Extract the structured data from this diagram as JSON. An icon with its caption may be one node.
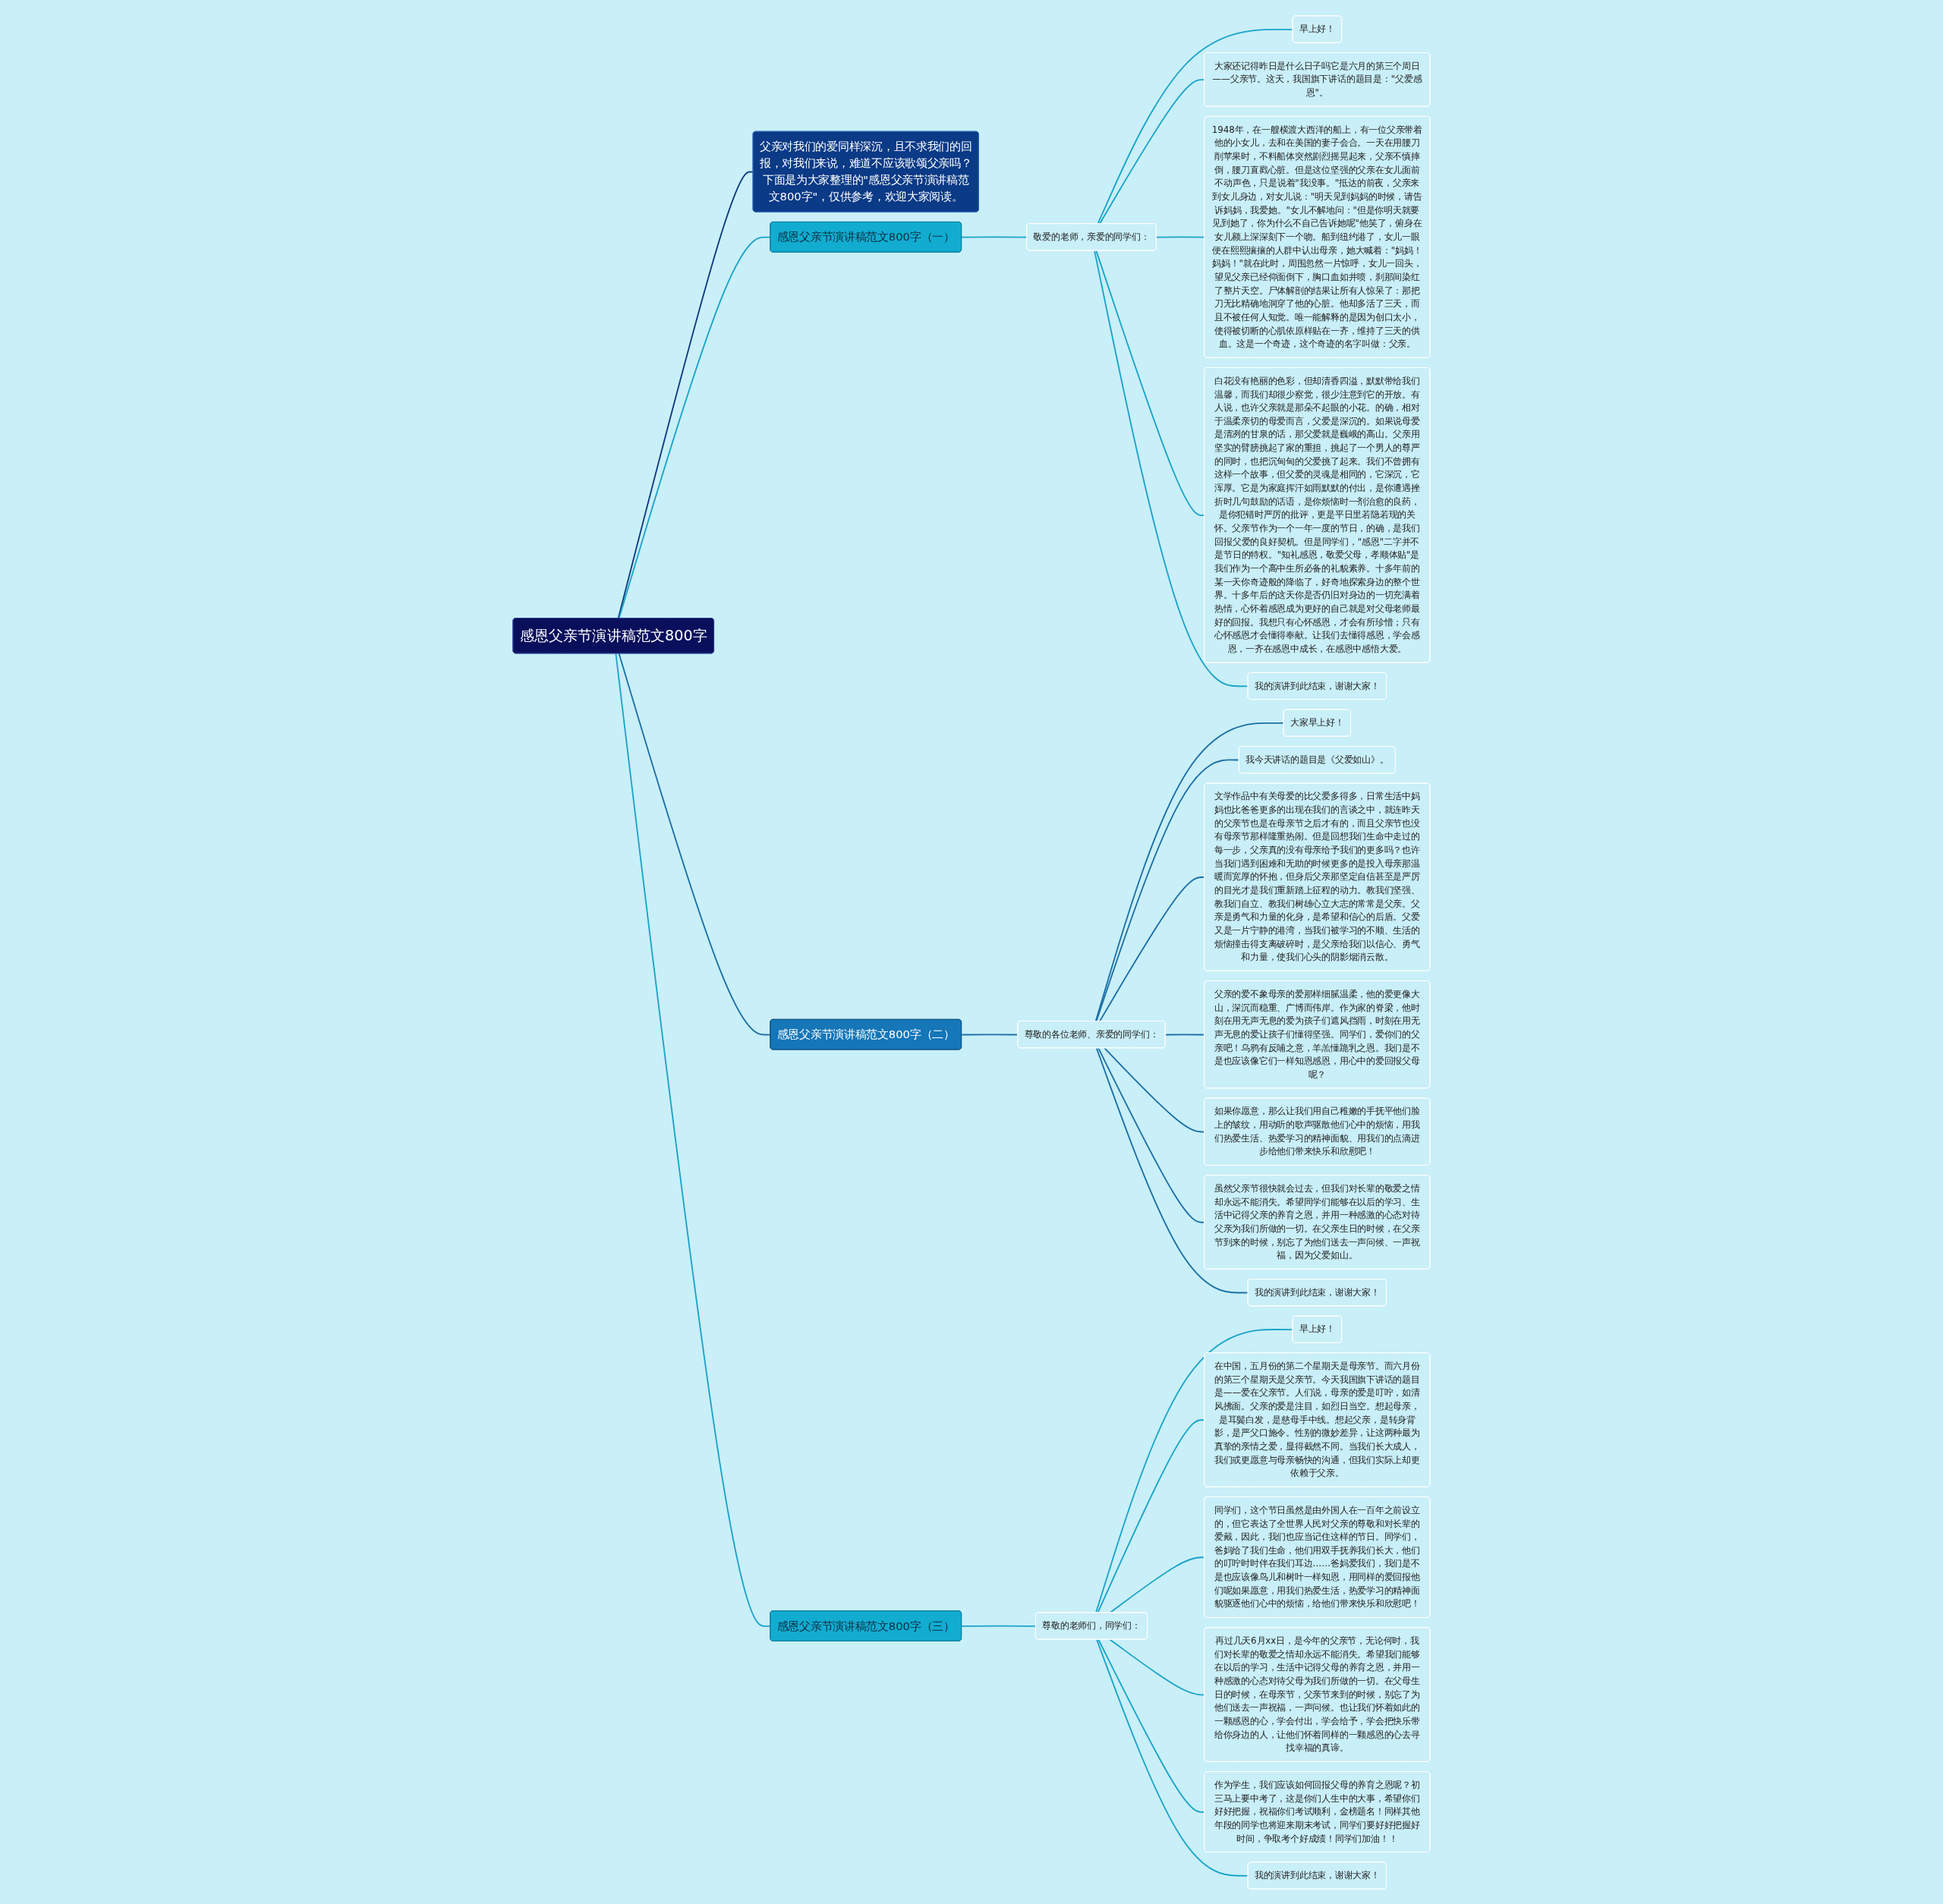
{
  "diagram": {
    "nodes": [
      {
        "text": [
          "感恩父亲节演讲稿范文800字"
        ]
      },
      {
        "text": [
          "父亲对我们的爱同样深沉，且不求我们的回报，对我们来说，难道不应该歌颂父亲吗？下面是为大家整理的\"感恩父亲节演讲稿范文800字\"，仅供参考，欢迎大家阅读。"
        ]
      },
      {
        "text": [
          "感恩父亲节演讲稿范文800字（一）"
        ]
      },
      {
        "text": [
          "敬爱的老师，亲爱的同学们："
        ]
      },
      {
        "text": [
          "早上好！"
        ]
      },
      {
        "text": [
          "大家还记得昨日是什么日子吗它是六月的第三个周日——父亲节。这天，我国旗下讲话的题目是：\"父爱感恩\"。"
        ]
      },
      {
        "text": [
          "1948年，在一艘横渡大西洋的船上，有一位父亲带着他的小女儿，去和在美国的妻子会合。一天在用腰刀削苹果时，不料船体突然剧烈摇晃起来，父亲不慎摔倒，腰刀直戳心脏。但是这位坚强的父亲在女儿面前不动声色，只是说着\"我没事。\"抵达的前夜，父亲来到女儿身边，对女儿说：\"明天见到妈妈的时候，请告诉妈妈，我爱她。\"女儿不解地问：\"但是你明天就要见到她了，你为什么不自己告诉她呢\"他笑了，俯身在女儿额上深深刻下一个吻。船到纽约港了，女儿一眼便在熙熙攘攘的人群中认出母亲，她大喊着：\"妈妈！妈妈！\"就在此时，周围忽然一片惊呼，女儿一回头，望见父亲已经仰面倒下，胸口血如井喷，刹那间染红了整片天空。尸体解剖的结果让所有人惊呆了：那把刀无比精确地洞穿了他的心脏。他却多活了三天，而且不被任何人知觉。唯一能解释的是因为创口太小，使得被切断的心肌依原样贴在一齐，维持了三天的供血。这是一个奇迹，这个奇迹的名字叫做：父亲。"
        ]
      },
      {
        "text": [
          "白花没有艳丽的色彩，但却清香四溢，默默带给我们温馨，而我们却很少察觉，很少注意到它的开放。有人说，也许父亲就是那朵不起眼的小花。的确，相对于温柔亲切的母爱而言，父爱是深沉的。如果说母爱是清冽的甘泉的话，那父爱就是巍峨的高山。父亲用坚实的臂膀挑起了家的重担，挑起了一个男人的尊严的同时，也把沉甸甸的父爱挑了起来。我们不曾拥有这样一个故事，但父爱的灵魂是相同的，它深沉，它浑厚。它是为家庭挥汗如雨默默的付出，是你遭遇挫折时几句鼓励的话语，是你烦恼时一剂治愈的良药，是你犯错时严厉的批评，更是平日里若隐若现的关怀。父亲节作为一个一年一度的节日，的确，是我们回报父爱的良好契机。但是同学们，\"感恩\"二字并不是节日的特权。\"知礼感恩，敬爱父母，孝顺体贴\"是我们作为一个高中生所必备的礼貌素养。十多年前的某一天你奇迹般的降临了，好奇地探索身边的整个世界。十多年后的这天你是否仍旧对身边的一切充满着热情，心怀着感恩成为更好的自己就是对父母老师最好的回报。我想只有心怀感恩，才会有所珍惜；只有心怀感恩才会懂得奉献。让我们去懂得感恩，学会感恩，一齐在感恩中成长，在感恩中感悟大爱。"
        ]
      },
      {
        "text": [
          "我的演讲到此结束，谢谢大家！"
        ]
      },
      {
        "text": [
          "感恩父亲节演讲稿范文800字（二）"
        ]
      },
      {
        "text": [
          "尊敬的各位老师、亲爱的同学们："
        ]
      },
      {
        "text": [
          "大家早上好！"
        ]
      },
      {
        "text": [
          "我今天讲话的题目是《父爱如山》。"
        ]
      },
      {
        "text": [
          "文学作品中有关母爱的比父爱多得多，日常生活中妈妈也比爸爸更多的出现在我们的言谈之中，就连昨天的父亲节也是在母亲节之后才有的，而且父亲节也没有母亲节那样隆重热闹。但是回想我们生命中走过的每一步，父亲真的没有母亲给予我们的更多吗？也许当我们遇到困难和无助的时候更多的是投入母亲那温暖而宽厚的怀抱，但身后父亲那坚定自信甚至是严厉的目光才是我们重新踏上征程的动力。教我们坚强、教我们自立、教我们树雄心立大志的常常是父亲。父亲是勇气和力量的化身，是希望和信心的后盾。父爱又是一片宁静的港湾，当我们被学习的不顺、生活的烦恼撞击得支离破碎时，是父亲给我们以信心、勇气和力量，使我们心头的阴影烟消云散。"
        ]
      },
      {
        "text": [
          "父亲的爱不象母亲的爱那样细腻温柔，他的爱更像大山，深沉而稳重、广博而伟岸。作为家的脊梁，他时刻在用无声无息的爱为孩子们遮风挡雨，时刻在用无声无息的爱让孩子们懂得坚强。同学们，爱你们的父亲吧！乌鸦有反哺之意，羊羔懂跪乳之恩。我们是不是也应该像它们一样知恩感恩，用心中的爱回报父母呢？"
        ]
      },
      {
        "text": [
          "如果你愿意，那么让我们用自己稚嫩的手抚平他们脸上的皱纹，用动听的歌声驱散他们心中的烦恼，用我们热爱生活、热爱学习的精神面貌、用我们的点滴进步给他们带来快乐和欣慰吧！"
        ]
      },
      {
        "text": [
          "虽然父亲节很快就会过去，但我们对长辈的敬爱之情却永远不能消失。希望同学们能够在以后的学习、生活中记得父亲的养育之恩，并用一种感激的心态对待父亲为我们所做的一切。在父亲生日的时候，在父亲节到来的时候，别忘了为他们送去一声问候、一声祝福，因为父爱如山。"
        ]
      },
      {
        "text": [
          "我的演讲到此结束，谢谢大家！"
        ]
      },
      {
        "text": [
          "感恩父亲节演讲稿范文800字（三）"
        ]
      },
      {
        "text": [
          "尊敬的老师们，同学们："
        ]
      },
      {
        "text": [
          "早上好！"
        ]
      },
      {
        "text": [
          "在中国，五月份的第二个星期天是母亲节。而六月份的第三个星期天是父亲节。今天我国旗下讲话的题目是——爱在父亲节。人们说，母亲的爱是叮咛，如清风拂面。父亲的爱是注目，如烈日当空。想起母亲，是耳鬓白发，是慈母手中线。想起父亲，是转身背影，是严父口施令。性别的微妙差异，让这两种最为真挚的亲情之爱，显得截然不同。当我们长大成人，我们或更愿意与母亲畅快的沟通，但我们实际上却更依赖于父亲。"
        ]
      },
      {
        "text": [
          "同学们，这个节日虽然是由外国人在一百年之前设立的，但它表达了全世界人民对父亲的尊敬和对长辈的爱戴，因此，我们也应当记住这样的节日。同学们，爸妈给了我们生命，他们用双手抚养我们长大，他们的叮咛时时伴在我们耳边……爸妈爱我们，我们是不是也应该像鸟儿和树叶一样知恩，用同样的爱回报他们呢如果愿意，用我们热爱生活，热爱学习的精神面貌驱逐他们心中的烦恼，给他们带来快乐和欣慰吧！"
        ]
      },
      {
        "text": [
          "再过几天6月xx日，是今年的父亲节，无论何时，我们对长辈的敬爱之情却永远不能消失。希望我们能够在以后的学习，生活中记得父母的养育之恩，并用一种感激的心态对待父母为我们所做的一切。在父母生日的时候，在母亲节，父亲节来到的时候，别忘了为他们送去一声祝福，一声问候。也让我们怀着如此的一颗感恩的心，学会付出，学会给予，学会把快乐带给你身边的人，让他们怀着同样的一颗感恩的心去寻找幸福的真谛。"
        ]
      },
      {
        "text": [
          "作为学生，我们应该如何回报父母的养育之恩呢？初三马上要中考了，这是你们人生中的大事，希望你们好好把握，祝福你们考试顺利，金榜题名！同样其他年段的同学也将迎来期末考试，同学们要好好把握好时间，争取考个好成绩！同学们加油！！"
        ]
      },
      {
        "text": [
          "我的演讲到此结束，谢谢大家！"
        ]
      }
    ],
    "edges": [
      {
        "from": 0,
        "to": 1,
        "arrow": "none",
        "color": "#0b3a7e"
      },
      {
        "from": 0,
        "to": 2,
        "arrow": "none"
      },
      {
        "from": 2,
        "to": 3,
        "arrow": "none"
      },
      {
        "from": 3,
        "to": 4,
        "arrow": "none"
      },
      {
        "from": 3,
        "to": 5,
        "arrow": "none"
      },
      {
        "from": 3,
        "to": 6,
        "arrow": "none"
      },
      {
        "from": 3,
        "to": 7,
        "arrow": "none"
      },
      {
        "from": 3,
        "to": 8,
        "arrow": "none"
      },
      {
        "from": 0,
        "to": 9,
        "arrow": "none",
        "color": "#1b6fa5"
      },
      {
        "from": 9,
        "to": 10,
        "arrow": "none",
        "color": "#1b6fa5"
      },
      {
        "from": 10,
        "to": 11,
        "arrow": "none",
        "color": "#1b6fa5"
      },
      {
        "from": 10,
        "to": 12,
        "arrow": "none",
        "color": "#1b6fa5"
      },
      {
        "from": 10,
        "to": 13,
        "arrow": "none",
        "color": "#1b6fa5"
      },
      {
        "from": 10,
        "to": 14,
        "arrow": "none",
        "color": "#1b6fa5"
      },
      {
        "from": 10,
        "to": 15,
        "arrow": "none",
        "color": "#1b6fa5"
      },
      {
        "from": 10,
        "to": 16,
        "arrow": "none",
        "color": "#1b6fa5"
      },
      {
        "from": 10,
        "to": 17,
        "arrow": "none",
        "color": "#1b6fa5"
      },
      {
        "from": 0,
        "to": 18,
        "arrow": "none"
      },
      {
        "from": 18,
        "to": 19,
        "arrow": "none"
      },
      {
        "from": 19,
        "to": 20,
        "arrow": "none"
      },
      {
        "from": 19,
        "to": 21,
        "arrow": "none"
      },
      {
        "from": 19,
        "to": 22,
        "arrow": "none"
      },
      {
        "from": 19,
        "to": 23,
        "arrow": "none"
      },
      {
        "from": 19,
        "to": 24,
        "arrow": "none"
      },
      {
        "from": 19,
        "to": 25,
        "arrow": "none"
      }
    ]
  }
}
